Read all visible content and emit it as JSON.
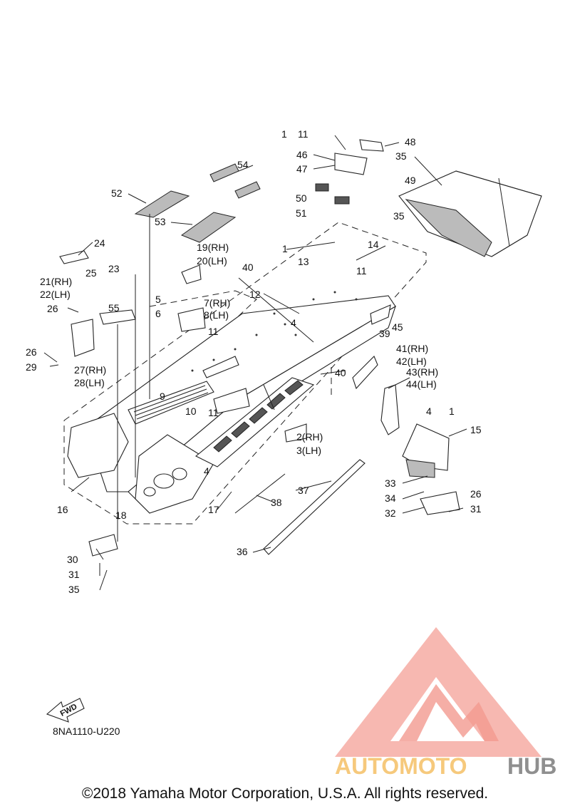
{
  "callouts": [
    "1",
    "11",
    "48",
    "46",
    "47",
    "35",
    "54",
    "49",
    "52",
    "50",
    "51",
    "53",
    "35",
    "1",
    "14",
    "13",
    "11",
    "24",
    "19(RH)",
    "20(LH)",
    "40",
    "25",
    "23",
    "21(RH)",
    "22(LH)",
    "12",
    "5",
    "7(RH)",
    "6",
    "8(LH)",
    "26",
    "55",
    "45",
    "4",
    "39",
    "11",
    "41(RH)",
    "42(LH)",
    "26",
    "29",
    "27(RH)",
    "28(LH)",
    "40",
    "43(RH)",
    "44(LH)",
    "9",
    "10",
    "11",
    "4",
    "1",
    "15",
    "2(RH)",
    "3(LH)",
    "4",
    "33",
    "34",
    "26",
    "16",
    "18",
    "17",
    "38",
    "37",
    "32",
    "31",
    "30",
    "31",
    "35",
    "36"
  ],
  "fwd_label": "FWD",
  "diagram_code": "8NA1110-U220",
  "watermark": {
    "part1": "AUTOMOTO",
    "part2": "HUB",
    "color1": "#f5c77a",
    "color2": "#9a9a9a",
    "triangle_color": "#f08a80"
  },
  "copyright": "©2018 Yamaha Motor Corporation, U.S.A. All rights reserved."
}
